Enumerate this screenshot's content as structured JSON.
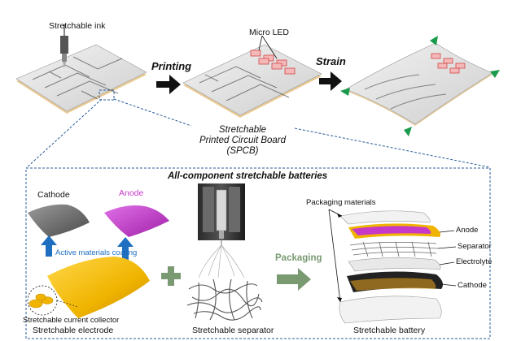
{
  "top": {
    "ink_label": "Stretchable ink",
    "micro_led_label": "Micro LED",
    "printing_label": "Printing",
    "strain_label": "Strain",
    "spcb_line1": "Stretchable",
    "spcb_line2": "Printed Circuit Board",
    "spcb_line3": "(SPCB)"
  },
  "panel": {
    "title": "All-component stretchable batteries",
    "cathode_label": "Cathode",
    "anode_label": "Anode",
    "coating_label": "Active materials coating",
    "collector_label": "Stretchable current collector",
    "electrode_caption": "Stretchable electrode",
    "separator_caption": "Stretchable separator",
    "packaging_label": "Packaging",
    "packaging_materials_label": "Packaging materials",
    "layer_anode": "Anode",
    "layer_separator": "Separator",
    "layer_electrolyte": "Electrolyte",
    "layer_cathode": "Cathode",
    "battery_caption": "Stretchable battery"
  },
  "colors": {
    "arrow_blue": "#1f6fc0",
    "packaging_green": "#7a9a72",
    "dashed_blue": "#2a5d9a",
    "anode_magenta": "#c838c8",
    "cathode_gray": "#6e6e6e",
    "collector_gold": "#f0b400",
    "strain_arrow_green": "#1a9a4a"
  }
}
